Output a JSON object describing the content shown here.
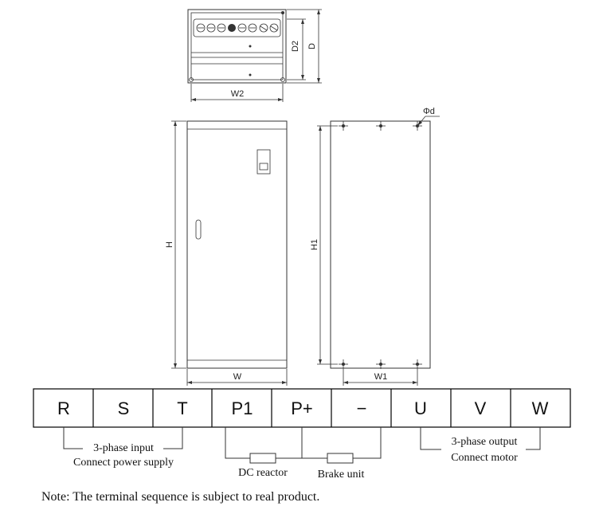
{
  "dimensions": {
    "d2": "D2",
    "d": "D",
    "w2": "W2",
    "phi_d": "Φd",
    "h": "H",
    "w": "W",
    "h1": "H1",
    "w1": "W1"
  },
  "terminals": [
    {
      "label": "R"
    },
    {
      "label": "S"
    },
    {
      "label": "T"
    },
    {
      "label": "P1"
    },
    {
      "label": "P+"
    },
    {
      "label": "−"
    },
    {
      "label": "U"
    },
    {
      "label": "V"
    },
    {
      "label": "W"
    }
  ],
  "annotations": {
    "input_line1": "3-phase input",
    "input_line2": "Connect power supply",
    "dc_reactor": "DC reactor",
    "brake_unit": "Brake unit",
    "output_line1": "3-phase output",
    "output_line2": "Connect motor"
  },
  "note": "Note: The terminal sequence is subject to real product."
}
